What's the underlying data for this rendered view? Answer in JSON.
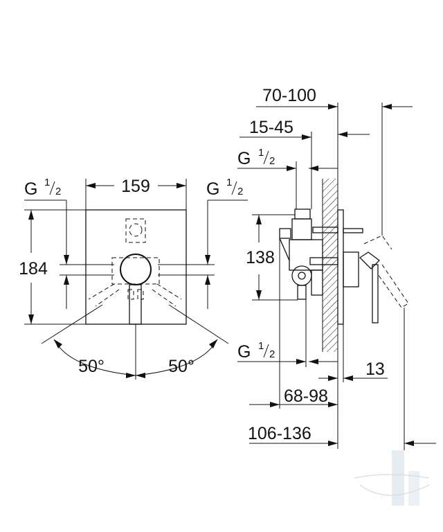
{
  "front_view": {
    "width_label": "159",
    "height_label": "184",
    "thread_left": {
      "main": "G ",
      "num": "1",
      "den": "2"
    },
    "thread_right": {
      "main": "G ",
      "num": "1",
      "den": "2"
    },
    "angle_left": "50°",
    "angle_right": "50°"
  },
  "side_view": {
    "dim_top": "70-100",
    "dim_recess": "15-45",
    "thread_top": {
      "main": "G ",
      "num": "1",
      "den": "2"
    },
    "dim_height": "138",
    "thread_bottom": {
      "main": "G ",
      "num": "1",
      "den": "2"
    },
    "dim_plate": "13",
    "dim_mid": "68-98",
    "dim_bottom": "106-136"
  },
  "colors": {
    "line": "#111111",
    "watermark": "#b9c7d2"
  }
}
